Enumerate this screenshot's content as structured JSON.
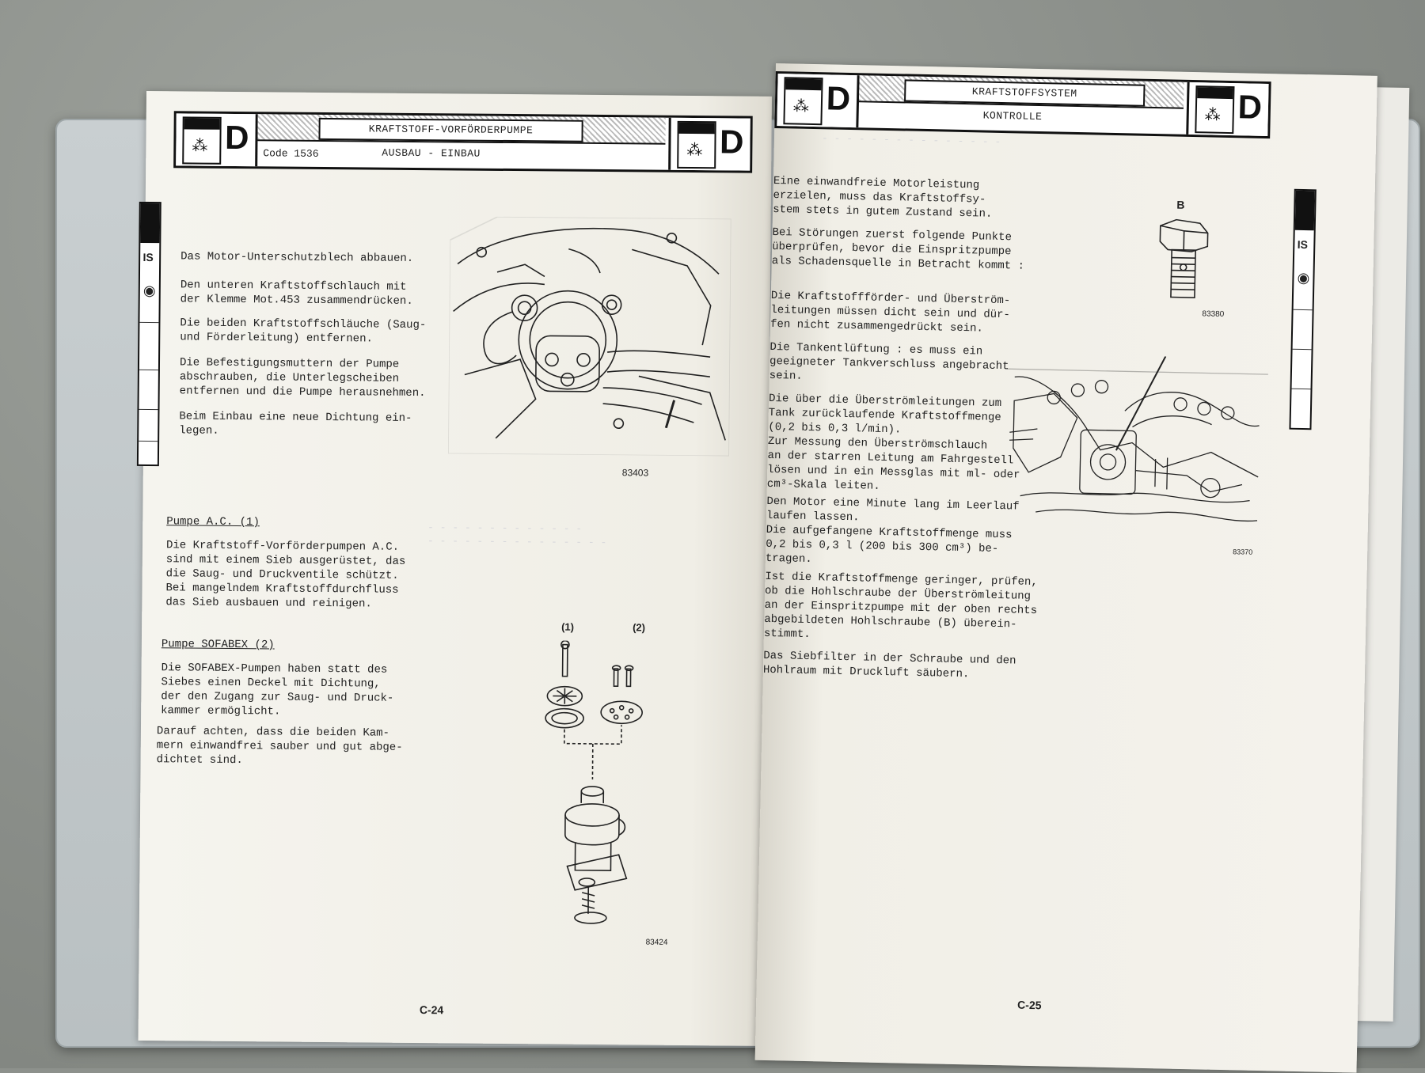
{
  "left_page": {
    "header": {
      "badge_letter": "D",
      "code": "Code 1536",
      "title": "KRAFTSTOFF-VORFÖRDERPUMPE",
      "subtitle": "AUSBAU - EINBAU"
    },
    "side_tab_label": "IS",
    "paragraphs": [
      "Das Motor-Unterschutzblech abbauen.",
      "Den unteren Kraftstoffschlauch mit\nder Klemme Mot.453 zusammendrücken.",
      "Die beiden Kraftstoffschläuche (Saug-\nund Förderleitung) entfernen.",
      "Die Befestigungsmuttern der Pumpe\nabschrauben, die Unterlegscheiben\nentfernen und die Pumpe herausnehmen.",
      "Beim Einbau eine neue Dichtung ein-\nlegen."
    ],
    "figure1_number": "83403",
    "section_ac": {
      "heading": "Pumpe A.C. (1)",
      "text": "Die Kraftstoff-Vorförderpumpen A.C.\nsind mit einem Sieb ausgerüstet, das\ndie Saug- und Druckventile schützt.\nBei mangelndem Kraftstoffdurchfluss\ndas Sieb ausbauen und reinigen."
    },
    "section_sofabex": {
      "heading": "Pumpe SOFABEX (2)",
      "text": "Die SOFABEX-Pumpen haben statt des\nSiebes einen Deckel mit Dichtung,\nder den Zugang zur Saug- und Druck-\nkammer ermöglicht."
    },
    "closing_text": "Darauf achten, dass die beiden Kam-\nmern einwandfrei sauber und gut abge-\ndichtet sind.",
    "figure2_label_1": "(1)",
    "figure2_label_2": "(2)",
    "figure2_number": "83424",
    "page_number": "C-24"
  },
  "right_page": {
    "header": {
      "badge_letter": "D",
      "title": "KRAFTSTOFFSYSTEM",
      "subtitle": "KONTROLLE"
    },
    "side_tab_label": "IS",
    "paragraphs": [
      "Eine einwandfreie Motorleistung\nerzielen, muss das Kraftstoffsy-\nstem stets in gutem Zustand sein.",
      "Bei Störungen zuerst folgende Punkte\nüberprüfen, bevor die Einspritzpumpe\nals Schadensquelle in Betracht kommt :",
      "Die Kraftstoffförder- und Überström-\nleitungen müssen dicht sein und dür-\nfen nicht zusammengedrückt sein.",
      "Die Tankentlüftung : es muss ein\ngeeigneter Tankverschluss angebracht\nsein.",
      "Die über die Überströmleitungen zum\nTank zurücklaufende Kraftstoffmenge\n(0,2 bis 0,3 l/min).\nZur Messung den Überströmschlauch\nan der starren Leitung am Fahrgestell\nlösen und in ein Messglas mit ml- oder\ncm³-Skala leiten.",
      "Den Motor eine Minute lang im Leerlauf\nlaufen lassen.\nDie aufgefangene Kraftstoffmenge muss\n0,2 bis 0,3 l (200 bis 300 cm³) be-\ntragen.",
      "Ist die Kraftstoffmenge geringer, prüfen,\nob die Hohlschraube der Überströmleitung\nan der Einspritzpumpe mit der oben rechts\nabgebildeten Hohlschraube (B) überein-\nstimmt.",
      "Das Siebfilter in der Schraube und den\nHohlraum mit Druckluft säubern."
    ],
    "figure_b_label": "B",
    "figure_b_number": "83380",
    "figure_pump_number": "83370",
    "page_number": "C-25"
  }
}
